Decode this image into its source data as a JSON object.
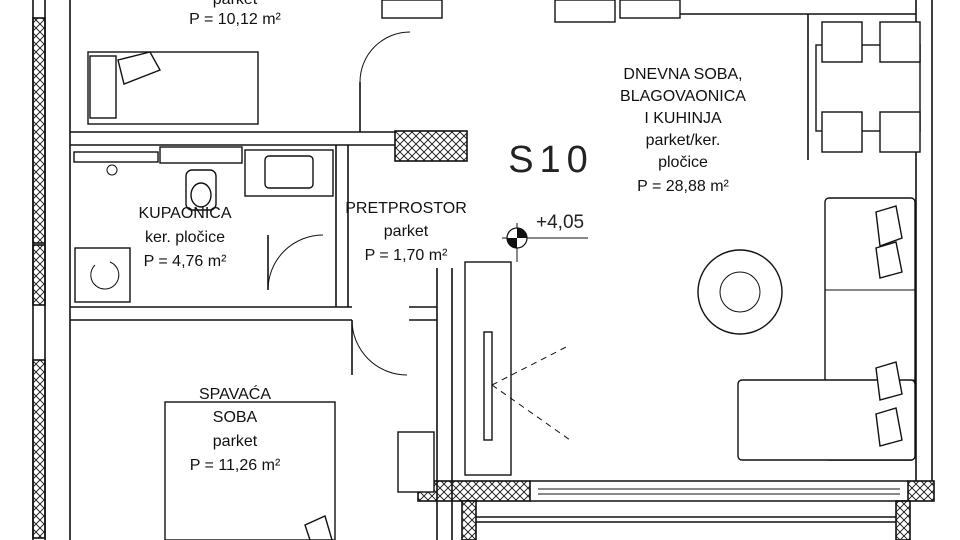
{
  "rooms": {
    "top_bedroom": {
      "area": "P = 10,12 m²",
      "floor_partial": "parket"
    },
    "living": {
      "name1": "DNEVNA SOBA,",
      "name2": "BLAGOVAONICA",
      "name3": "I KUHINJA",
      "floor1": "parket/ker.",
      "floor2": "pločice",
      "area": "P = 28,88 m²"
    },
    "bathroom": {
      "name": "KUPAONICA",
      "floor": "ker. pločice",
      "area": "P = 4,76 m²"
    },
    "hallway": {
      "name": "PRETPROSTOR",
      "floor": "parket",
      "area": "P = 1,70 m²"
    },
    "bedroom": {
      "name1": "SPAVAĆA",
      "name2": "SOBA",
      "floor": "parket",
      "area": "P = 11,26 m²"
    }
  },
  "unit_label": "S10",
  "level_label": "+4,05"
}
